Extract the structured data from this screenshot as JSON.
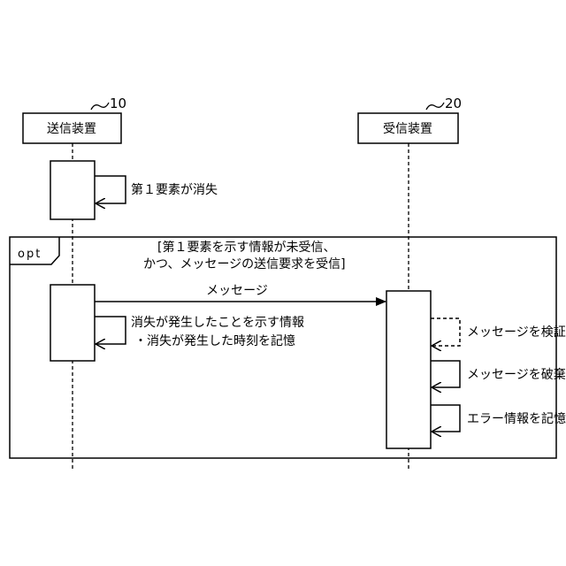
{
  "participants": {
    "sender": {
      "label": "送信装置",
      "ref": "10"
    },
    "receiver": {
      "label": "受信装置",
      "ref": "20"
    }
  },
  "self_messages": {
    "first_element_lost": "第１要素が消失",
    "record_line1": "消失が発生したことを示す情報",
    "record_line2": "・消失が発生した時刻を記憶",
    "verify": "メッセージを検証",
    "discard": "メッセージを破棄",
    "store_error": "エラー情報を記憶"
  },
  "fragment": {
    "operator": "opt",
    "guard_line1": "[第１要素を示す情報が未受信、",
    "guard_line2": "かつ、メッセージの送信要求を受信]"
  },
  "messages": {
    "message": "メッセージ"
  }
}
